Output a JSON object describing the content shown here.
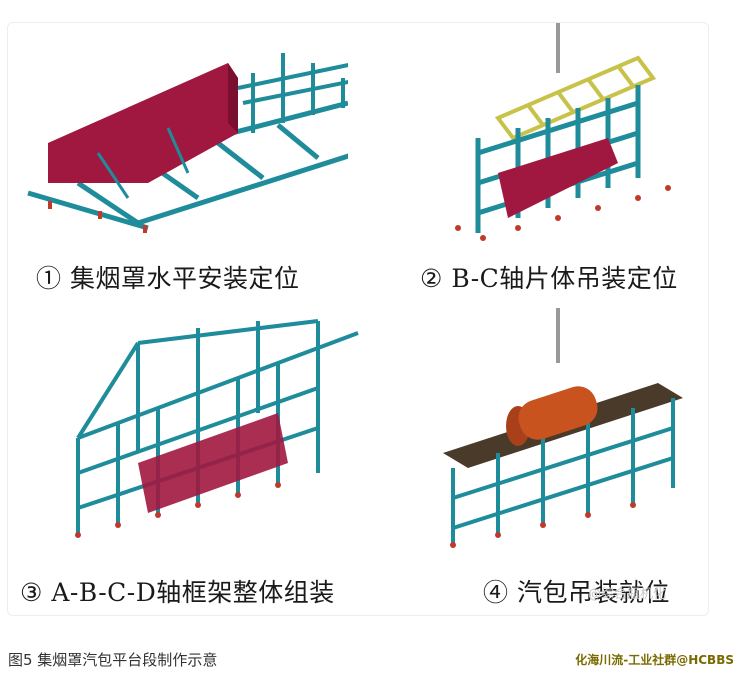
{
  "panels": [
    {
      "id": "1",
      "label": "① 集烟罩水平安装定位"
    },
    {
      "id": "2",
      "label": "② B-C轴片体吊装定位"
    },
    {
      "id": "3",
      "label": "③ A-B-C-D轴框架整体组装"
    },
    {
      "id": "4",
      "label": "④ 汽包吊装就位"
    }
  ],
  "figure_caption": "图5 集烟罩汽包平台段制作示意",
  "watermark": "化海川流-工业社群@HCBBS",
  "ghost_watermark": "@综合瓶机化",
  "colors": {
    "steel": "#1e8c9a",
    "hood": "#a0173f",
    "truss": "#c8c24a",
    "drum": "#c9531e",
    "deck": "#4a3a2a",
    "base": "#c0392b"
  }
}
